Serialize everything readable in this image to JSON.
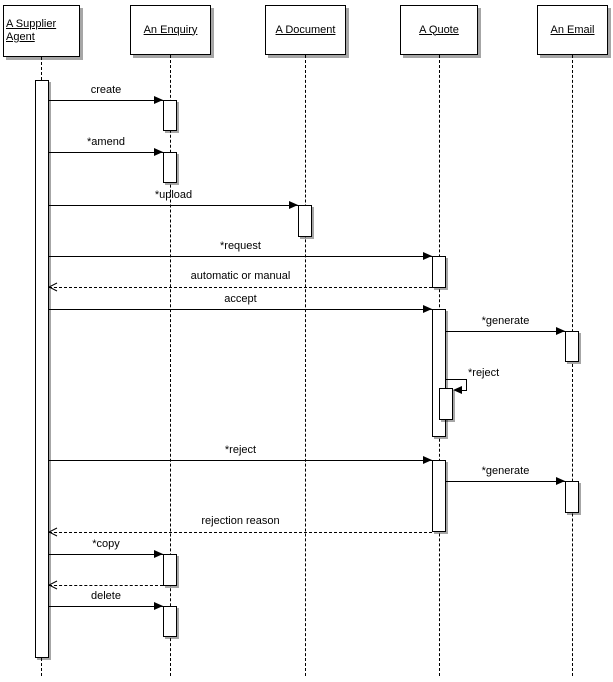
{
  "diagram": {
    "actors": [
      {
        "id": "supplier-agent",
        "label": "A Supplier Agent"
      },
      {
        "id": "enquiry",
        "label": "An Enquiry"
      },
      {
        "id": "document",
        "label": "A Document"
      },
      {
        "id": "quote",
        "label": "A Quote"
      },
      {
        "id": "email",
        "label": "An Email"
      }
    ],
    "messages": [
      {
        "label": "create",
        "from": "A Supplier Agent",
        "to": "An Enquiry",
        "type": "call"
      },
      {
        "label": "*amend",
        "from": "A Supplier Agent",
        "to": "An Enquiry",
        "type": "call"
      },
      {
        "label": "*upload",
        "from": "A Supplier Agent",
        "to": "A Document",
        "type": "call"
      },
      {
        "label": "*request",
        "from": "A Supplier Agent",
        "to": "A Quote",
        "type": "call"
      },
      {
        "label": "automatic or manual",
        "from": "A Quote",
        "to": "A Supplier Agent",
        "type": "return"
      },
      {
        "label": "accept",
        "from": "A Supplier Agent",
        "to": "A Quote",
        "type": "call"
      },
      {
        "label": "*generate",
        "from": "A Quote",
        "to": "An Email",
        "type": "call"
      },
      {
        "label": "*reject",
        "from": "A Quote",
        "to": "A Quote",
        "type": "self-call"
      },
      {
        "label": "*reject",
        "from": "A Supplier Agent",
        "to": "A Quote",
        "type": "call"
      },
      {
        "label": "*generate",
        "from": "A Quote",
        "to": "An Email",
        "type": "call"
      },
      {
        "label": "rejection reason",
        "from": "A Quote",
        "to": "A Supplier Agent",
        "type": "return"
      },
      {
        "label": "*copy",
        "from": "A Supplier Agent",
        "to": "An Enquiry",
        "type": "call"
      },
      {
        "label": "",
        "from": "An Enquiry",
        "to": "A Supplier Agent",
        "type": "return"
      },
      {
        "label": "delete",
        "from": "A Supplier Agent",
        "to": "An Enquiry",
        "type": "call"
      }
    ],
    "colors": {
      "line": "#000000",
      "background": "#ffffff",
      "shadow": "#a0a0a0"
    }
  }
}
